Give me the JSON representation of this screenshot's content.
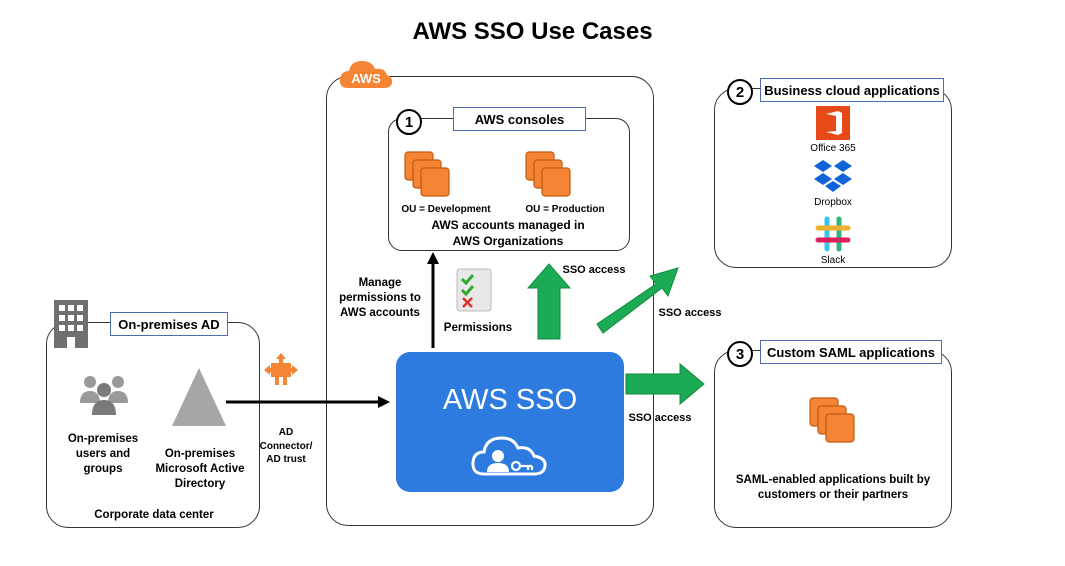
{
  "title": "AWS SSO Use Cases",
  "aws_badge": "AWS",
  "consoles": {
    "number": "1",
    "label": "AWS consoles",
    "ou_dev": "OU = Development",
    "ou_prod": "OU = Production",
    "caption": "AWS accounts managed in AWS Organizations"
  },
  "business_apps": {
    "number": "2",
    "label": "Business cloud applications",
    "items": [
      "Office 365",
      "Dropbox",
      "Slack"
    ]
  },
  "custom_saml": {
    "number": "3",
    "label": "Custom SAML applications",
    "caption": "SAML-enabled applications built by customers or their partners"
  },
  "onprem": {
    "label": "On-premises AD",
    "users": "On-premises users and groups",
    "ad": "On-premises Microsoft Active Directory",
    "footer": "Corporate data center"
  },
  "connector_label": "AD Connector/ AD trust",
  "manage_label": "Manage permissions to AWS accounts",
  "permissions_label": "Permissions",
  "sso_label": "AWS SSO",
  "sso_access_labels": [
    "SSO access",
    "SSO access",
    "SSO access"
  ],
  "colors": {
    "aws_orange": "#f58535",
    "sso_blue": "#2e7be0",
    "arrow_green": "#1aab54",
    "tag_border": "#4a6fb5"
  }
}
